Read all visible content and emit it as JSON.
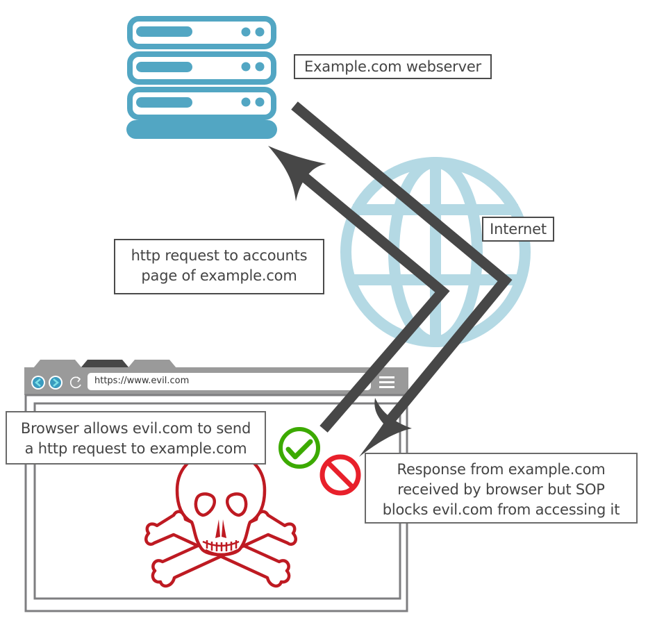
{
  "diagram": {
    "title": "Same-Origin Policy illustration",
    "colors": {
      "server": "#52a6c3",
      "globe": "#b4d9e4",
      "arrow": "#474747",
      "browser_chrome": "#9a9a9a",
      "browser_frame": "#7e7e80",
      "skull": "#be1a22",
      "check": "#3caa00",
      "block": "#e8202b",
      "label_border": "#4a4a4a",
      "label_text": "#444444"
    },
    "nodes": {
      "webserver": {
        "label": "Example.com webserver",
        "icon": "server-rack-icon"
      },
      "internet": {
        "label": "Internet",
        "icon": "globe-icon"
      },
      "browser": {
        "url": "https://www.evil.com",
        "icons": [
          "back-icon",
          "forward-icon",
          "reload-icon",
          "menu-icon"
        ],
        "tabs": 3,
        "content_icon": "skull-crossbones-icon"
      }
    },
    "edges": [
      {
        "from": "browser",
        "to": "webserver",
        "via": "internet",
        "label": "http request to accounts page of example.com"
      },
      {
        "from": "webserver",
        "to": "browser",
        "via": "internet",
        "label": "response"
      }
    ],
    "annotations": {
      "request_label": [
        "http request to accounts",
        "page of example.com"
      ],
      "allowed_label": [
        "Browser allows evil.com to send",
        "a http request to example.com"
      ],
      "blocked_label": [
        "Response from example.com",
        "received by browser but SOP",
        "blocks evil.com from accessing it"
      ],
      "allowed_icon": "check-circle-icon",
      "blocked_icon": "no-entry-icon"
    }
  }
}
